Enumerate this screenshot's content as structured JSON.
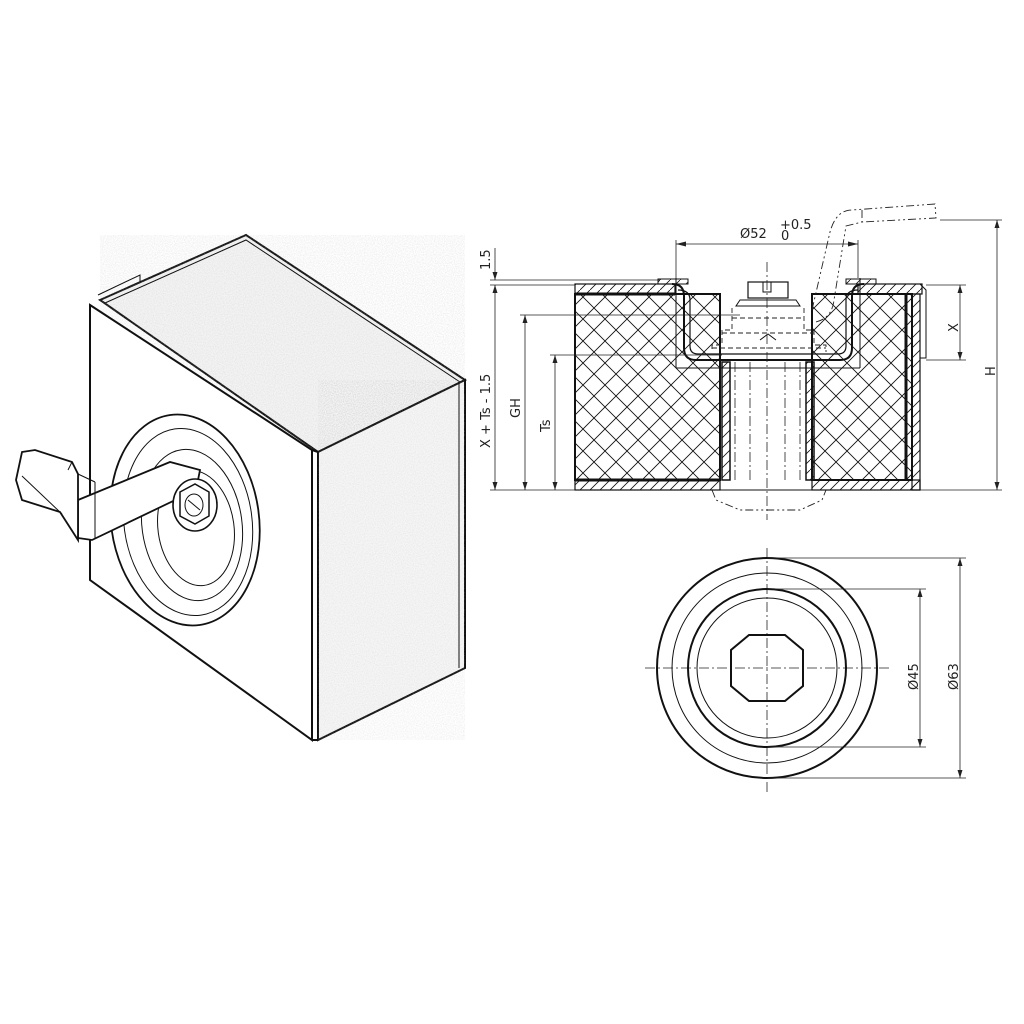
{
  "drawing": {
    "views": {
      "isometric": {
        "name": "isometric-view"
      },
      "section": {
        "name": "section-view"
      },
      "top": {
        "name": "top-view"
      }
    },
    "dimensions": {
      "diameter_52": {
        "prefix": "Ø52",
        "upper_tol": "+0.5",
        "lower_tol": "0"
      },
      "thickness_1_5": "1.5",
      "x_ts_minus": "X + Ts - 1.5",
      "gh": "GH",
      "ts": "Ts",
      "x": "X",
      "h": "H",
      "diameter_45": "Ø45",
      "diameter_63": "Ø63"
    },
    "colors": {
      "line": "#111111",
      "background": "#ffffff",
      "texture": "#bbbbbb"
    }
  }
}
